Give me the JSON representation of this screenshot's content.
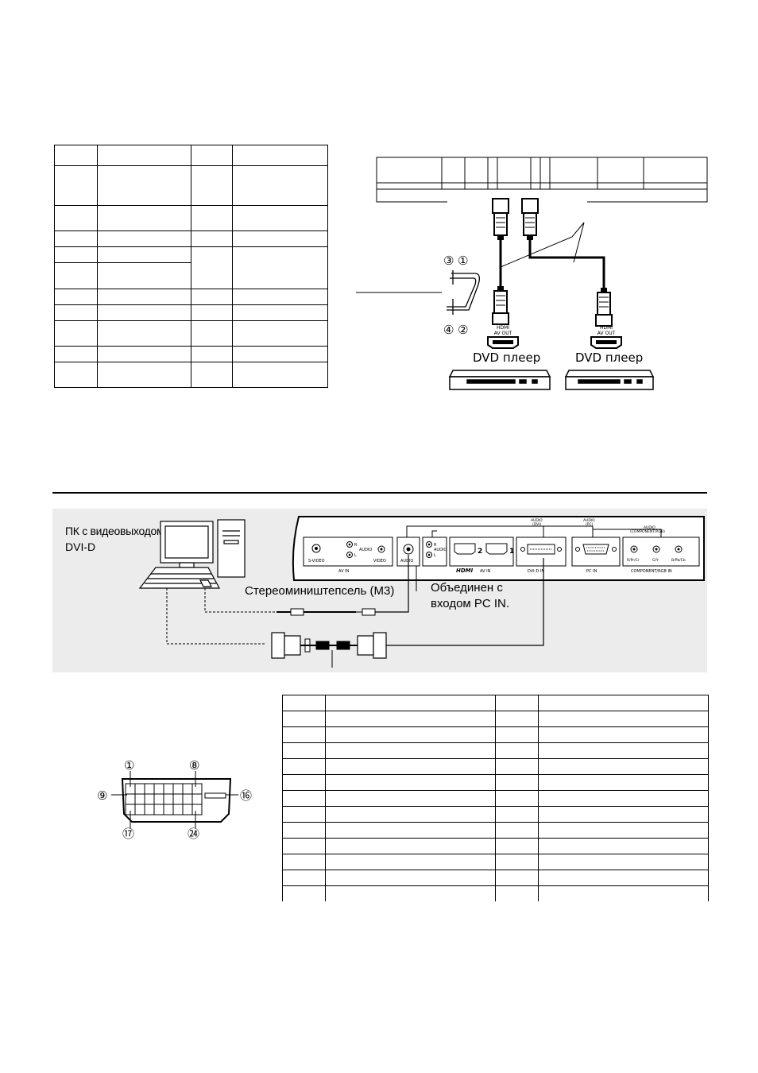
{
  "hdmi_section": {
    "player_left_caption": "DVD плеер",
    "player_right_caption": "DVD плеер",
    "port_label_line1": "HDMI",
    "port_label_line2": "AV OUT",
    "pin_numbers": [
      "③",
      "①",
      "④",
      "②"
    ]
  },
  "dvi_section": {
    "pc_caption_line1": "ПК с видеовыходом",
    "pc_caption_line2": "DVI-D",
    "stereo_plug_label": "Стереомиништепсель (M3)",
    "combined_label_line1": "Объединен с",
    "combined_label_line2": "входом PC IN.",
    "panel_labels": {
      "s_video": "S-VIDEO",
      "av_in": "AV IN",
      "audio": "AUDIO",
      "r": "R",
      "l": "L",
      "video": "VIDEO",
      "audio_jack": "AUDIO",
      "hdmi_logo": "HDMI",
      "hdmi_av_in": "AV IN",
      "hdmi_2": "2",
      "hdmi_1": "1",
      "dvi_d_in": "DVI-D IN",
      "pc_in": "PC IN",
      "component_in": "COMPONENT/RGB IN",
      "pr": "R/Pr/Cr",
      "gy": "G/Y",
      "pb": "B/Pb/Cb",
      "audio_dvi_top": "AUDIO",
      "audio_dvi_sub": "(DVI)",
      "audio_pc_top": "AUDIO",
      "audio_pc_sub": "(PC)",
      "audio_comp_top": "AUDIO",
      "audio_comp_sub": "(COMPONENT/RGB)"
    },
    "dvi_pin_numbers": [
      "①",
      "⑧",
      "⑨",
      "⑯",
      "⑰",
      "㉔"
    ]
  }
}
